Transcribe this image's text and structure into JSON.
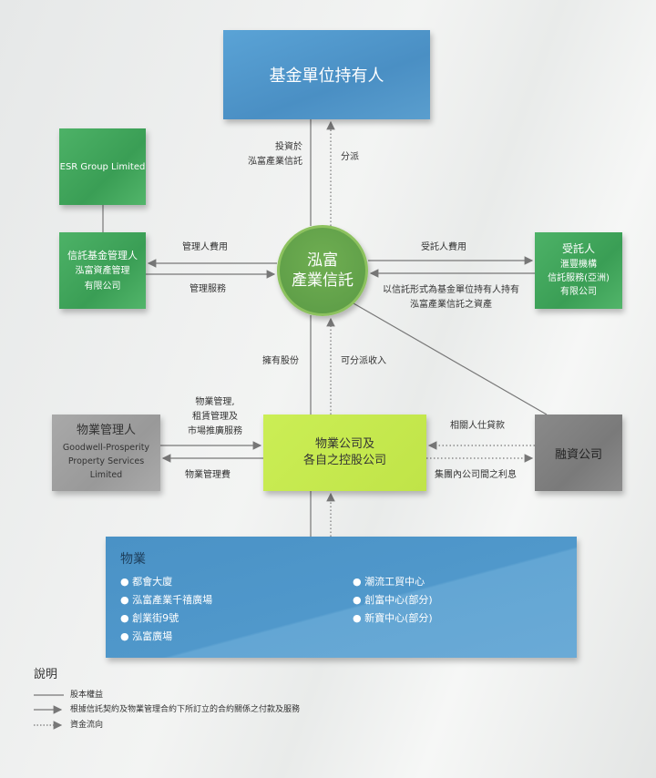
{
  "unitholders": "基金單位持有人",
  "esr": "ESR Group Limited",
  "manager": {
    "title": "信託基金管理人",
    "name1": "泓富資產管理",
    "name2": "有限公司"
  },
  "trust": {
    "line1": "泓富",
    "line2": "產業信託"
  },
  "trustee": {
    "title": "受託人",
    "name1": "滙豐機構",
    "name2": "信託服務(亞洲)",
    "name3": "有限公司"
  },
  "property_manager": {
    "title": "物業管理人",
    "name1": "Goodwell-Prosperity",
    "name2": "Property Services Limited"
  },
  "property_companies": {
    "line1": "物業公司及",
    "line2": "各自之控股公司"
  },
  "financing": "融資公司",
  "labels": {
    "invest1": "投資於",
    "invest2": "泓富產業信託",
    "distribution": "分派",
    "manager_fee": "管理人費用",
    "management_services": "管理服務",
    "trustee_fee": "受託人費用",
    "hold1": "以信託形式為基金單位持有人持有",
    "hold2": "泓富產業信託之資產",
    "shareholding": "擁有股份",
    "distributable_income": "可分派收入",
    "pm_services1": "物業管理,",
    "pm_services2": "租賃管理及",
    "pm_services3": "市場推廣服務",
    "pm_fee": "物業管理費",
    "loans": "相關人仕貸款",
    "interest": "集團內公司間之利息"
  },
  "properties": {
    "title": "物業",
    "col1": [
      "都會大廈",
      "泓富產業千禧廣場",
      "創業街9號",
      "泓富廣場"
    ],
    "col2": [
      "潮流工貿中心",
      "創富中心(部分)",
      "新寶中心(部分)"
    ]
  },
  "legend": {
    "title": "說明",
    "equity": "股本權益",
    "contract": "根據信託契約及物業管理合約下所訂立的合約關係之付款及服務",
    "funds": "資金流向"
  }
}
